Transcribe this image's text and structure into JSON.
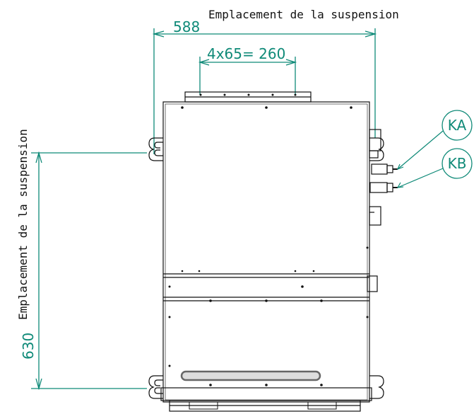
{
  "colors": {
    "dimension": "#0f8a78",
    "outline": "#111111",
    "callout": "#0f8a78",
    "background": "#ffffff"
  },
  "labels": {
    "suspension_top": "Emplacement de la suspension",
    "suspension_left": "Emplacement de la suspension"
  },
  "dimensions": {
    "width": "588",
    "hanger_pitch": "4x65= 260",
    "depth": "630"
  },
  "callouts": {
    "ka": "KA",
    "kb": "KB"
  }
}
